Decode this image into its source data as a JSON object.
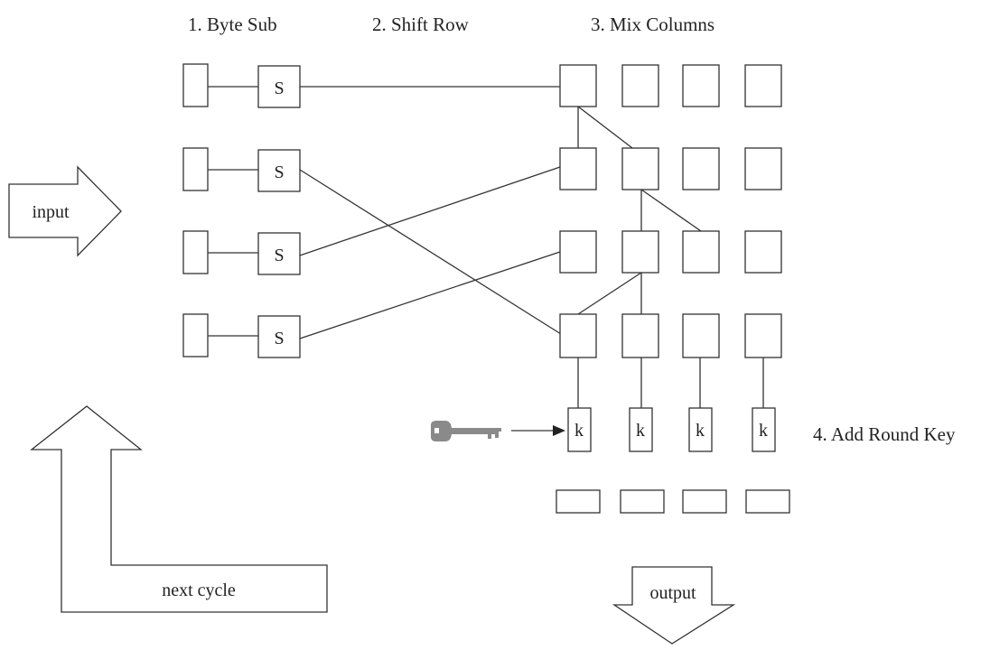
{
  "steps": {
    "byte_sub": "1.  Byte Sub",
    "shift_row": "2.  Shift Row",
    "mix_columns": "3.  Mix Columns",
    "add_round_key": "4.  Add Round Key"
  },
  "sbox_letter": "S",
  "key_letter": "k",
  "arrows": {
    "input": "input",
    "output": "output",
    "next_cycle": "next  cycle"
  },
  "icons": {
    "key": "key-icon"
  },
  "colors": {
    "line": "#333333",
    "key": "#8a8a8a"
  }
}
